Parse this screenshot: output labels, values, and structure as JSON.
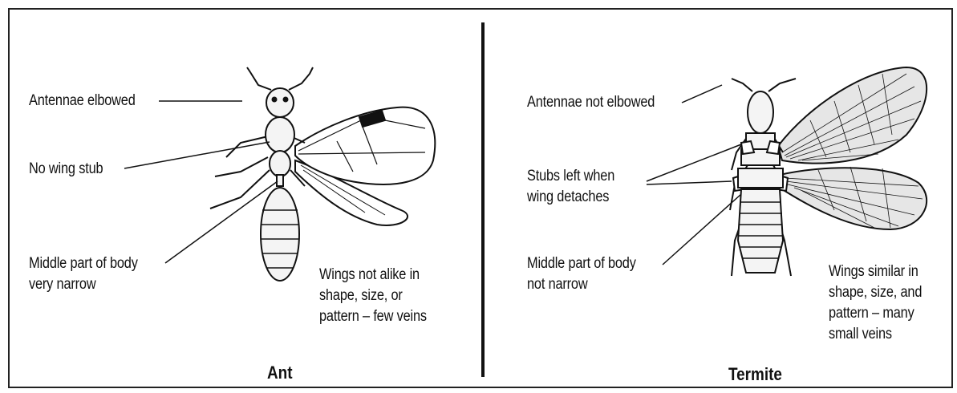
{
  "ant": {
    "title": "Ant",
    "labels": {
      "antennae": "Antennae elbowed",
      "wing_stub": "No wing stub",
      "middle_line1": "Middle part of body",
      "middle_line2": "very narrow",
      "wings_line1": "Wings not alike in",
      "wings_line2": "shape, size, or",
      "wings_line3": "pattern – few veins"
    }
  },
  "termite": {
    "title": "Termite",
    "labels": {
      "antennae": "Antennae not elbowed",
      "stubs_line1": "Stubs left when",
      "stubs_line2": "wing detaches",
      "middle_line1": "Middle part of body",
      "middle_line2": "not narrow",
      "wings_line1": "Wings similar in",
      "wings_line2": "shape, size, and",
      "wings_line3": "pattern – many",
      "wings_line4": "small veins"
    }
  },
  "colors": {
    "ink": "#111111",
    "background": "#ffffff",
    "body_fill": "#f4f4f4"
  }
}
